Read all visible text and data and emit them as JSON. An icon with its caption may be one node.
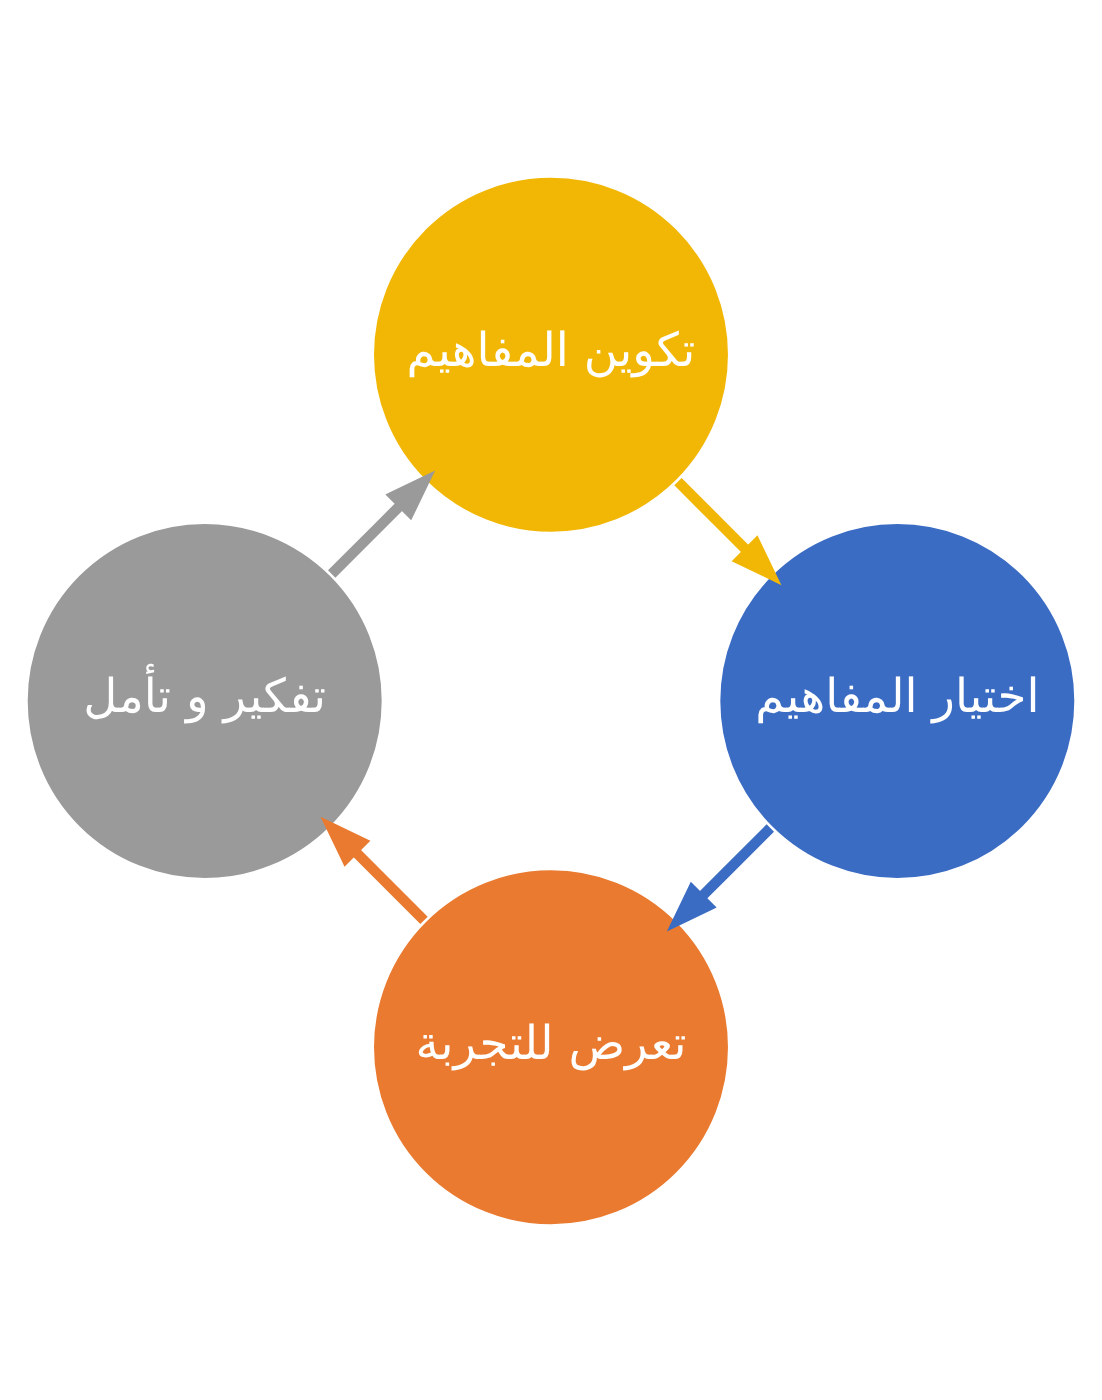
{
  "diagram": {
    "nodes": [
      {
        "text": [
          "تعرض للتجربة"
        ]
      },
      {
        "text": [
          "تفكير و تأمل"
        ]
      },
      {
        "text": [
          "تكوين المفاهيم"
        ]
      },
      {
        "text": [
          "اختيار المفاهيم"
        ]
      }
    ],
    "edges": [
      {
        "from": 0,
        "to": 1,
        "arrow": "to",
        "color": "#e97a2f"
      },
      {
        "from": 1,
        "to": 2,
        "arrow": "to",
        "color": "#9a9a9a"
      },
      {
        "from": 2,
        "to": 3,
        "arrow": "to",
        "color": "#f2b705"
      },
      {
        "from": 3,
        "to": 0,
        "arrow": "to",
        "color": "#3b6cc4"
      }
    ]
  }
}
